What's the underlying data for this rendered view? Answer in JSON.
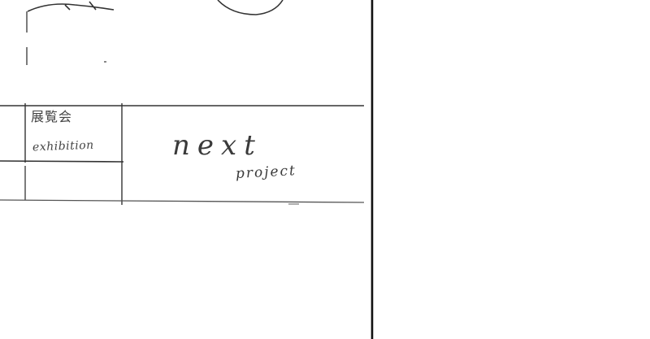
{
  "sketch": {
    "cell_label_jp": "展覧会",
    "cell_label_en": "exhibition",
    "next_word": "next",
    "project_word": "project"
  },
  "colors": {
    "ink": "#222222",
    "pencil": "#3a3a3a",
    "paper": "#ffffff"
  }
}
